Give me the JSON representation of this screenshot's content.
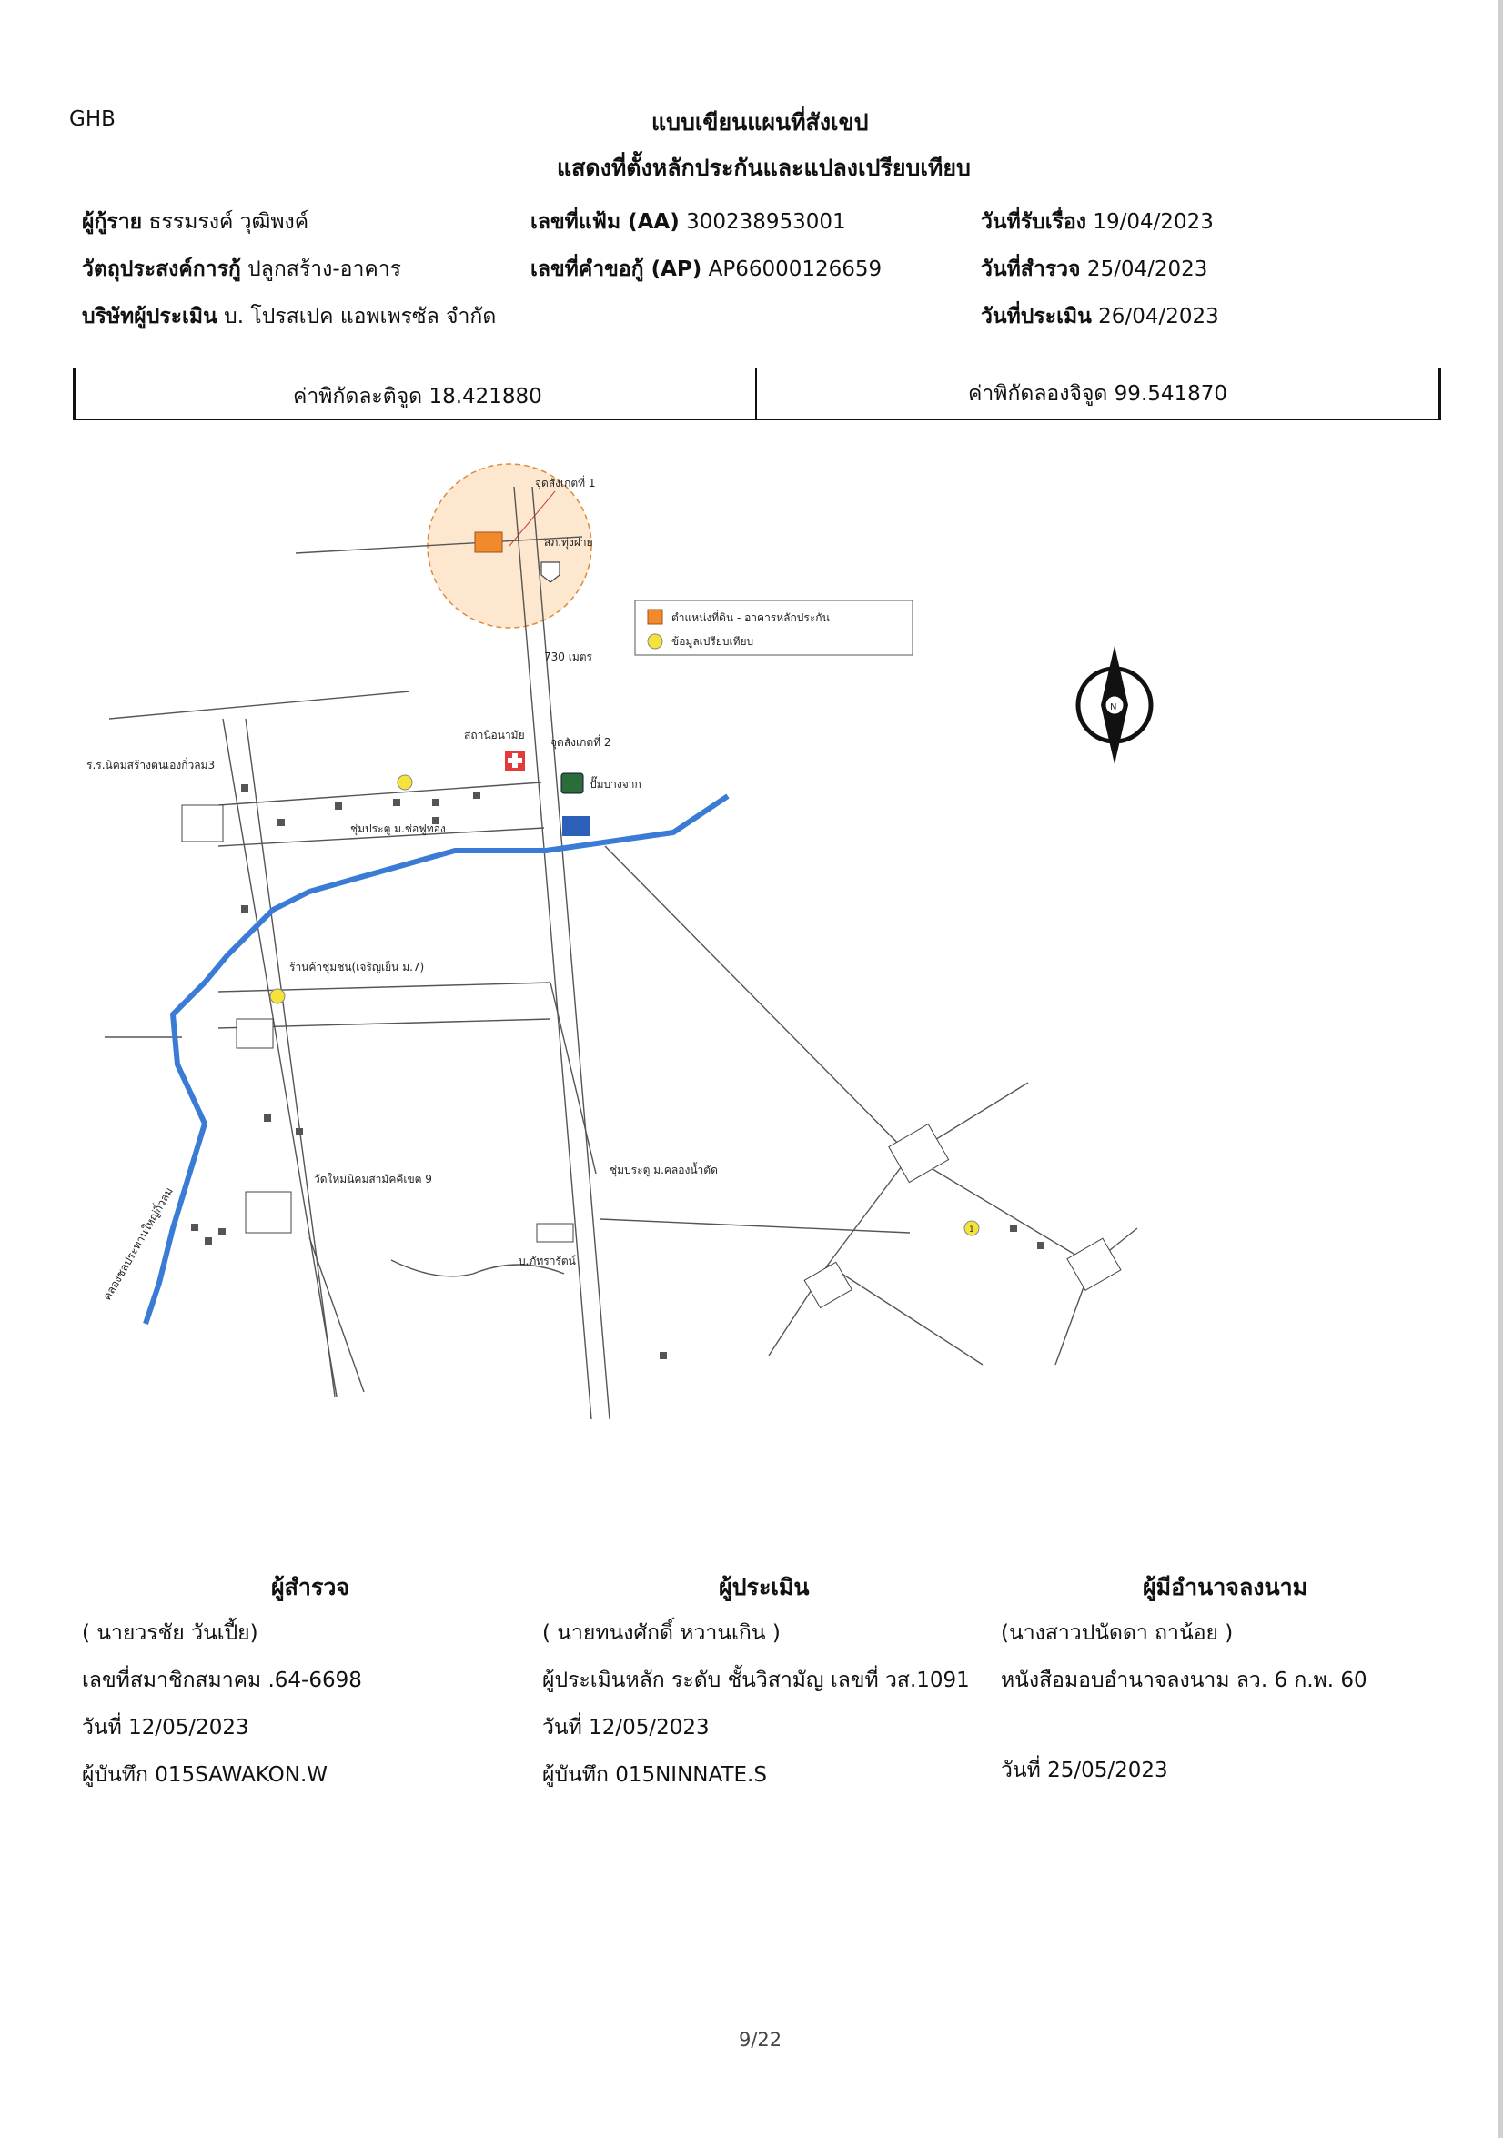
{
  "header": {
    "org": "GHB",
    "title_line1": "แบบเขียนแผนที่สังเขป",
    "title_line2": "แสดงที่ตั้งหลักประกันและแปลงเปรียบเทียบ"
  },
  "info": {
    "borrower_label": "ผู้กู้ราย",
    "borrower_value": "ธรรมรงค์ วุฒิพงค์",
    "purpose_label": "วัตถุประสงค์การกู้",
    "purpose_value": "ปลูกสร้าง-อาคาร",
    "company_label": "บริษัทผู้ประเมิน",
    "company_value": "บ. โปรสเปค แอพเพรซัล จำกัด",
    "file_no_label": "เลขที่แฟ้ม (AA)",
    "file_no_value": "300238953001",
    "req_no_label": "เลขที่คำขอกู้ (AP)",
    "req_no_value": "AP66000126659",
    "received_label": "วันที่รับเรื่อง",
    "received_value": "19/04/2023",
    "survey_label": "วันที่สำรวจ",
    "survey_value": "25/04/2023",
    "appraise_label": "วันที่ประเมิน",
    "appraise_value": "26/04/2023"
  },
  "coords": {
    "lat_label": "ค่าพิกัดละติจูด",
    "lat_value": "18.421880",
    "lon_label": "ค่าพิกัดลองจิจูด",
    "lon_value": "99.541870"
  },
  "map": {
    "legend_collateral": "ตำแหน่งที่ดิน - อาคารหลักประกัน",
    "legend_compare": "ข้อมูลเปรียบเทียบ",
    "point1": "จุดสังเกตที่ 1",
    "point2": "จุดสังเกตที่ 2",
    "distance": "730 เมตร",
    "place_sp": "สภ.ทุ่งฝาย",
    "place_health": "สถานีอนามัย",
    "place_gas": "ปั๊มบางจาก",
    "place_school_top": "ร.ร.นิคมสร้างตนเองกิ่วลม3",
    "place_chumpradu": "ชุ่มประตู ม.ช่อฟูทอง",
    "place_shop": "ร้านค้าชุมชน(เจริญเย็น ม.7)",
    "place_temple": "วัดใหม่นิคมสามัคคีเขต 9",
    "place_factory": "บ.ภัทรารัตน์",
    "place_chumpradu2": "ชุ่มประตู ม.คลองน้ำตัด",
    "place_canal": "คลองชลประทานใหญ่กิ่วลม",
    "north": "N",
    "compare_label": "1"
  },
  "signatures": {
    "surveyor_title": "ผู้สำรวจ",
    "surveyor_name": "( นายวรชัย วันเปี้ย)",
    "surveyor_member": "เลขที่สมาชิกสมาคม .64-6698",
    "surveyor_date": "วันที่ 12/05/2023",
    "surveyor_recorder": "ผู้บันทึก 015SAWAKON.W",
    "appraiser_title": "ผู้ประเมิน",
    "appraiser_name": "( นายทนงศักดิ์ หวานเกิน )",
    "appraiser_level": "ผู้ประเมินหลัก ระดับ ชั้นวิสามัญ เลขที่ วส.1091",
    "appraiser_date": "วันที่ 12/05/2023",
    "appraiser_recorder": "ผู้บันทึก 015NINNATE.S",
    "authorized_title": "ผู้มีอำนาจลงนาม",
    "authorized_name": "(นางสาวปนัดดา ถาน้อย )",
    "authorized_doc": "หนังสือมอบอำนาจลงนาม ลว. 6 ก.พ. 60",
    "authorized_date": "วันที่ 25/05/2023"
  },
  "footer": {
    "page": "9/22"
  }
}
